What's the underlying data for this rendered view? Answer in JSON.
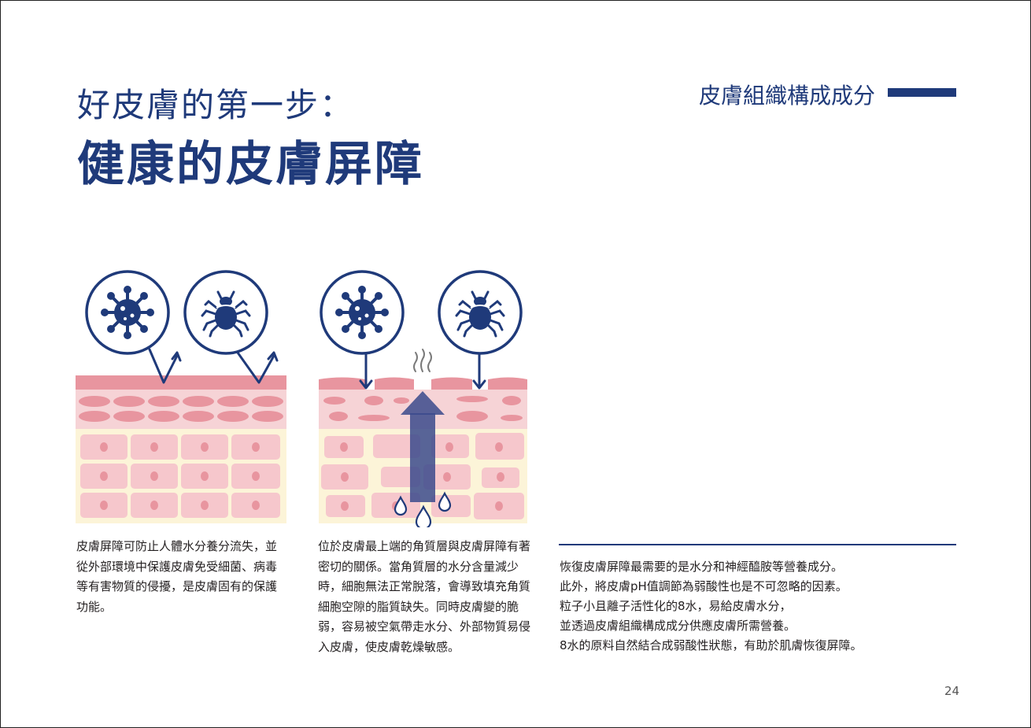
{
  "page": {
    "title_line1": "好皮膚的第一步：",
    "title_line2": "健康的皮膚屏障",
    "section_label": "皮膚組織構成成分",
    "page_number": "24"
  },
  "colors": {
    "navy": "#1f3a7a",
    "skin_pink": "#f2b8bf",
    "skin_top": "#e8959f",
    "dermis_cream": "#fcf4d8",
    "cell_pink": "#f6c7cc"
  },
  "paragraphs": {
    "healthy": "皮膚屏障可防止人體水分養分流失，並從外部環境中保護皮膚免受細菌、病毒等有害物質的侵擾，是皮膚固有的保護功能。",
    "damaged": "位於皮膚最上端的角質層與皮膚屏障有著密切的關係。當角質層的水分含量減少時，細胞無法正常脫落，會導致填充角質細胞空隙的脂質缺失。同時皮膚變的脆弱，容易被空氣帶走水分、外部物質易侵入皮膚，使皮膚乾燥敏感。",
    "recovery_lines": [
      "恢復皮膚屏障最需要的是水分和神經醯胺等營養成分。",
      "此外，將皮膚pH值調節為弱酸性也是不可忽略的因素。",
      "粒子小且離子活性化的8水，易給皮膚水分，",
      "並透過皮膚組織構成成分供應皮膚所需營養。",
      "8水的原料自然結合成弱酸性狀態，有助於肌膚恢復屏障。"
    ]
  },
  "icons": {
    "virus": "virus-icon",
    "tick": "tick-mite-icon",
    "steam": "steam-icon",
    "droplet": "water-droplet-icon",
    "arrow": "moisture-loss-arrow-icon"
  }
}
